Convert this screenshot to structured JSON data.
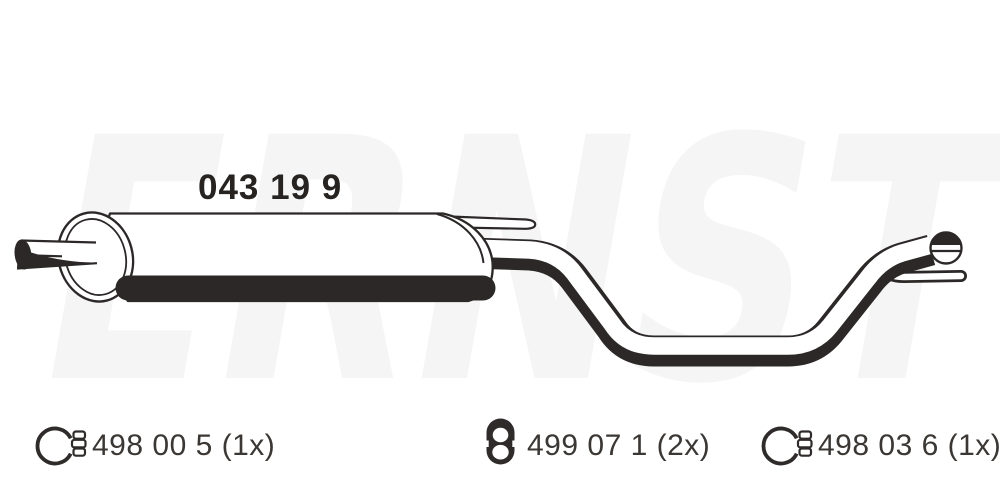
{
  "watermark": "ERNST",
  "diagram": {
    "part_number": "043 19 9"
  },
  "legend": {
    "items": [
      {
        "icon": "pipe-clamp-icon",
        "label": "498 00 5 (1x)"
      },
      {
        "icon": "rubber-hanger-icon",
        "label": "499 07 1 (2x)"
      },
      {
        "icon": "pipe-clamp-icon",
        "label": "498 03 6 (1x)"
      }
    ]
  },
  "colors": {
    "ink": "#2b2827",
    "watermark": "#f5f5f5",
    "background": "#ffffff",
    "label_text": "#3a3734"
  }
}
